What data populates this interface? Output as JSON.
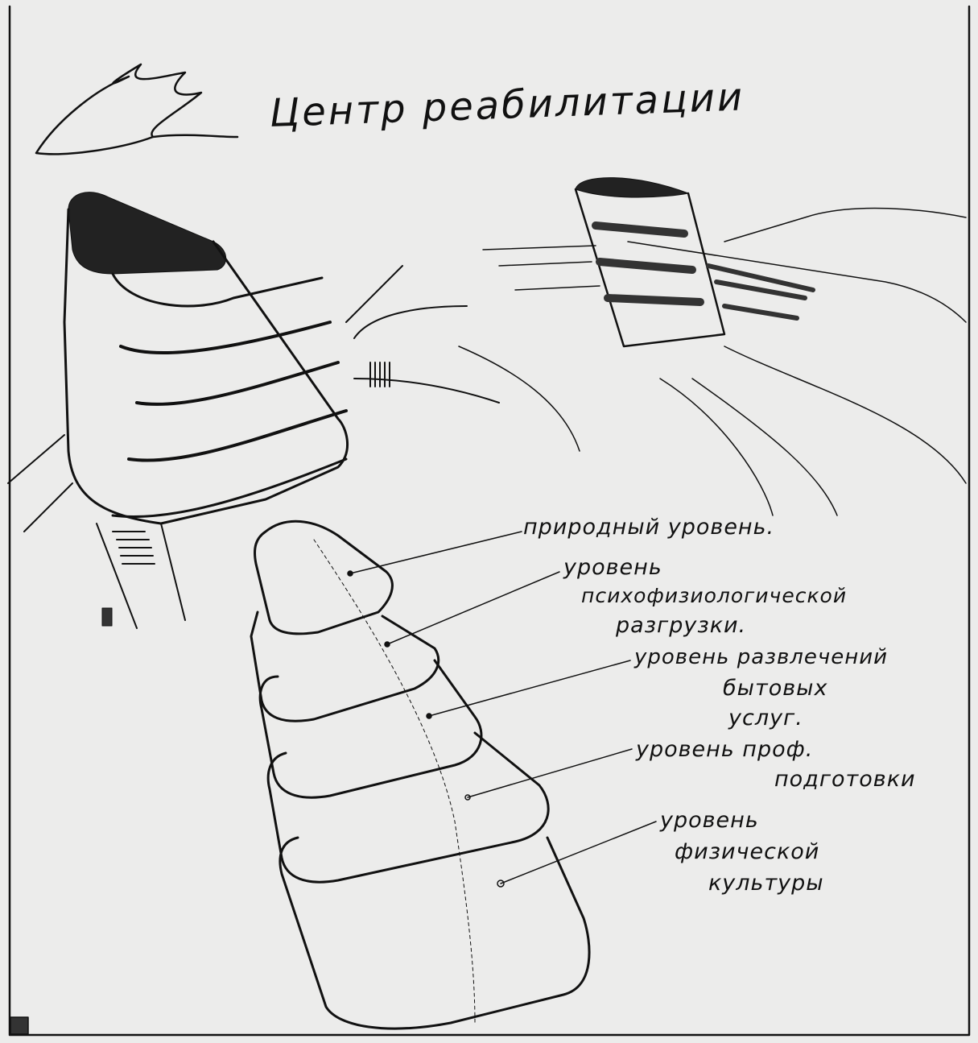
{
  "title": "Центр реабилитации",
  "levels": [
    {
      "lines": [
        "природный уровень."
      ]
    },
    {
      "lines": [
        "уровень",
        "психофизиологической",
        "разгрузки."
      ]
    },
    {
      "lines": [
        "уровень развлечений",
        "бытовых",
        "услуг."
      ]
    },
    {
      "lines": [
        "уровень проф.",
        "подготовки"
      ]
    },
    {
      "lines": [
        "уровень",
        "физической",
        "культуры"
      ]
    }
  ],
  "colors": {
    "paper": "#ececeb",
    "ink": "#111111"
  }
}
